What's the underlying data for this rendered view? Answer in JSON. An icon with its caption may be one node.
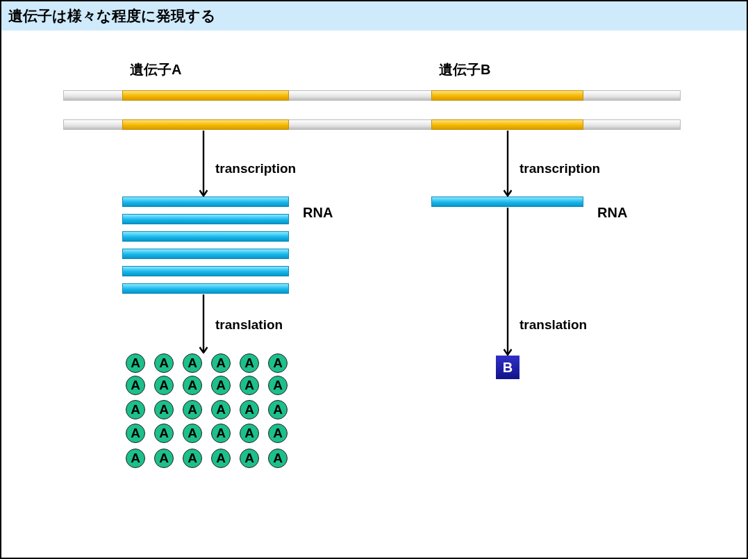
{
  "diagram": {
    "title": "遺伝子は様々な程度に発現する",
    "nodes": [
      {
        "text": [
          "遺伝子A"
        ]
      },
      {
        "text": [
          "遺伝子B"
        ]
      },
      {
        "text": [],
        "shape": "bar",
        "beside": [
          "RNA"
        ]
      },
      {
        "text": [],
        "shape": "bar",
        "beside": [
          "RNA"
        ]
      },
      {
        "text": [
          "A"
        ]
      },
      {
        "text": [
          "A"
        ]
      },
      {
        "text": [
          "A"
        ]
      },
      {
        "text": [
          "A"
        ]
      },
      {
        "text": [
          "A"
        ]
      },
      {
        "text": [
          "A"
        ]
      },
      {
        "text": [
          "A"
        ]
      },
      {
        "text": [
          "A"
        ]
      },
      {
        "text": [
          "A"
        ]
      },
      {
        "text": [
          "A"
        ]
      },
      {
        "text": [
          "A"
        ]
      },
      {
        "text": [
          "A"
        ]
      },
      {
        "text": [
          "A"
        ]
      },
      {
        "text": [
          "A"
        ]
      },
      {
        "text": [
          "A"
        ]
      },
      {
        "text": [
          "A"
        ]
      },
      {
        "text": [
          "A"
        ]
      },
      {
        "text": [
          "A"
        ]
      },
      {
        "text": [
          "A"
        ]
      },
      {
        "text": [
          "A"
        ]
      },
      {
        "text": [
          "A"
        ]
      },
      {
        "text": [
          "A"
        ]
      },
      {
        "text": [
          "A"
        ]
      },
      {
        "text": [
          "A"
        ]
      },
      {
        "text": [
          "A"
        ]
      },
      {
        "text": [
          "A"
        ]
      },
      {
        "text": [
          "A"
        ]
      },
      {
        "text": [
          "A"
        ]
      },
      {
        "text": [
          "A"
        ]
      },
      {
        "text": [
          "A"
        ]
      },
      {
        "text": [
          "B"
        ]
      }
    ],
    "edges": [
      {
        "from": 0,
        "to": 2,
        "arrow": "to",
        "label": "transcription"
      },
      {
        "from": 1,
        "to": 3,
        "arrow": "to",
        "label": "transcription"
      },
      {
        "from": 2,
        "to": 6,
        "arrow": "to",
        "label": "translation"
      },
      {
        "from": 3,
        "to": 34,
        "arrow": "to",
        "label": "translation"
      }
    ]
  }
}
